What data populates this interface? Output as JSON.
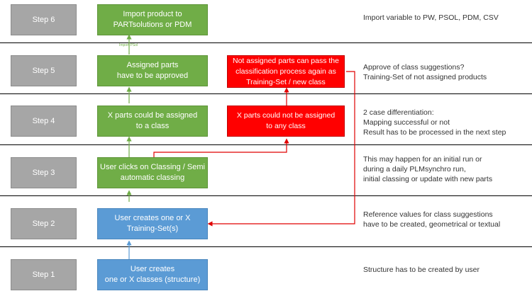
{
  "steps": [
    {
      "label": "Step 6",
      "box": "Import product to\nPARTsolutions or PDM",
      "note": "Import variable to  PW, PSOL, PDM, CSV"
    },
    {
      "label": "Step 5",
      "box": "Assigned parts\nhave to be approved",
      "note": "Approve of class suggestions?\nTraining-Set of not assigned products"
    },
    {
      "label": "Step 4",
      "box": "X parts could be assigned\nto a class",
      "note": "2 case differentiation:\nMapping successful or not\nResult has to be processed in the next step"
    },
    {
      "label": "Step 3",
      "box": "User clicks on Classing / Semi\nautomatic classing",
      "note": "This may happen for an initial run or\nduring a daily PLMsynchro run,\ninitial classing or update with new parts"
    },
    {
      "label": "Step 2",
      "box": "User creates one or X\nTraining-Set(s)",
      "note": "Reference values for class suggestions\nhave to be created, geometrical or textual"
    },
    {
      "label": "Step 1",
      "box": "User creates\none or X classes (structure)",
      "note": "Structure has to be created by user"
    }
  ],
  "red_boxes": {
    "not_assigned_pass": "Not assigned parts can pass the\nclassification process again as\nTraining-Set / new class",
    "not_assigned": "X parts could not be assigned\nto any class"
  },
  "arrow_label": "Import PSol",
  "colors": {
    "step": "#a6a6a6",
    "green": "#70ad47",
    "blue": "#5b9bd5",
    "red": "#ff0000",
    "arrow_red": "#e00000",
    "arrow_blue": "#5b9bd5",
    "arrow_green": "#70ad47"
  }
}
